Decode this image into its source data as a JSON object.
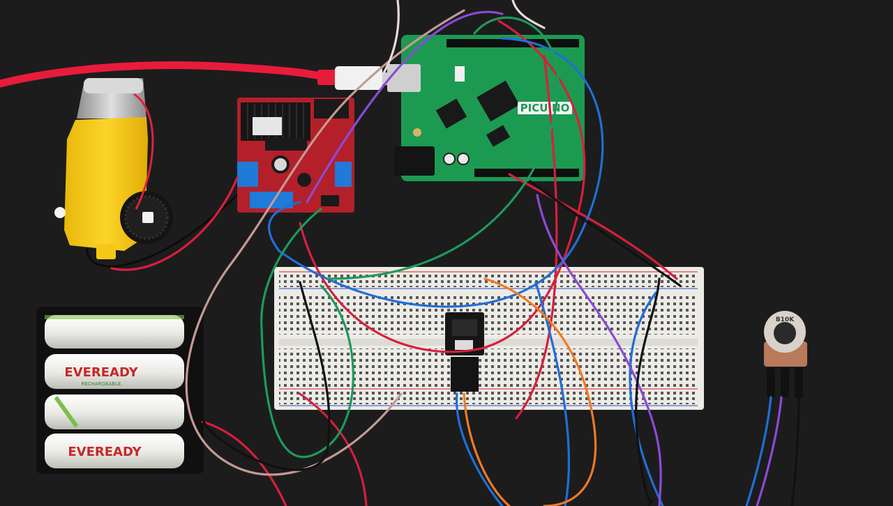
{
  "photo": {
    "background_color": "#1c1c1d",
    "arduino_label": "PICUINO",
    "arduino_color": "#1c9a52",
    "driver_color": "#b3202a",
    "motor_color": "#f4c816",
    "breadboard_color": "#ecebe6",
    "battery_labels": [
      "EVEREADY",
      "EVEREADY"
    ],
    "battery_sublabel": "RECHARGEABLE",
    "potentiometer_label": "B10K",
    "wire_colors": [
      "#d81f3c",
      "#1f6fd6",
      "#1e9a5a",
      "#8a4bd6",
      "#f07a24",
      "#c49a94",
      "#111111"
    ]
  }
}
